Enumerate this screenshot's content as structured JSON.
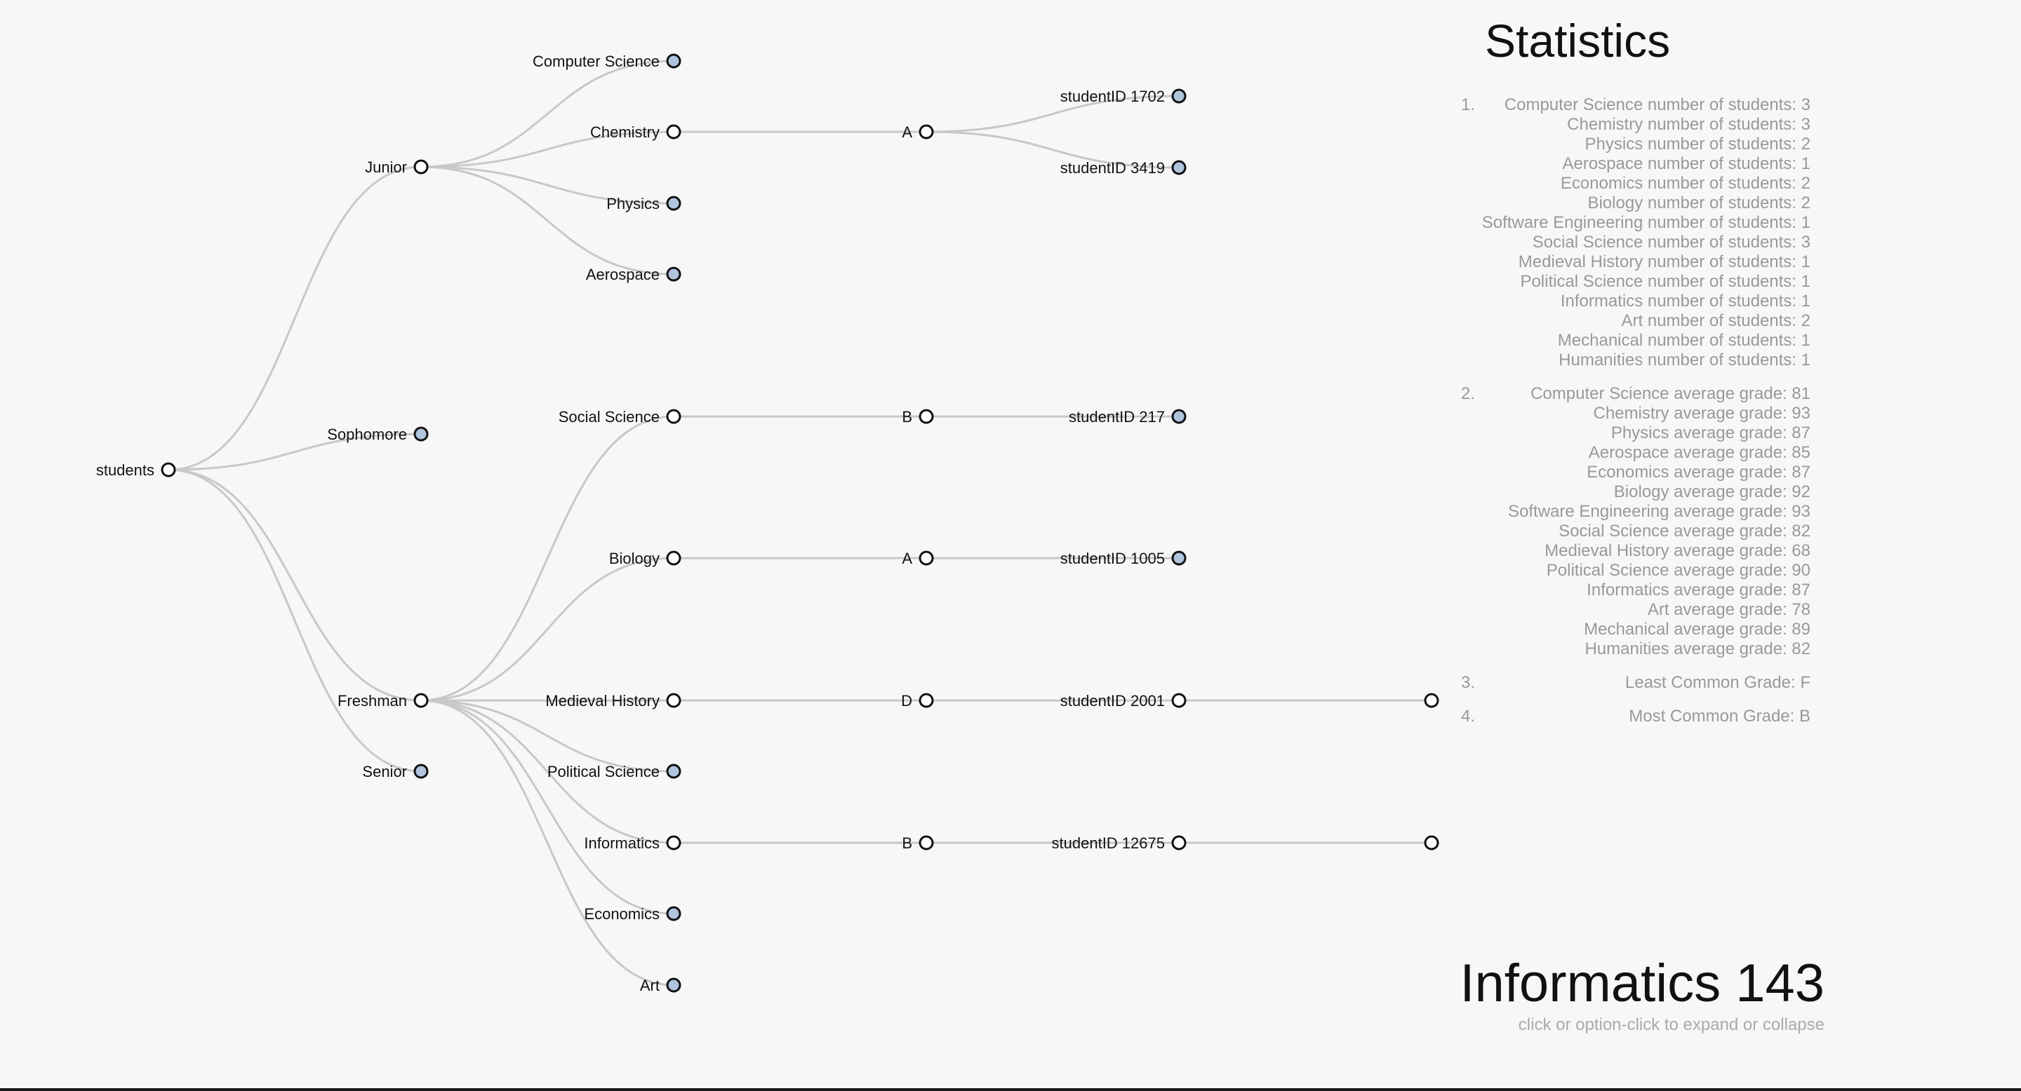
{
  "tree": {
    "root": "students",
    "years": [
      {
        "label": "Junior",
        "collapsed": false
      },
      {
        "label": "Sophomore",
        "collapsed": true
      },
      {
        "label": "Freshman",
        "collapsed": false
      },
      {
        "label": "Senior",
        "collapsed": true
      }
    ],
    "majors": [
      {
        "label": "Computer Science",
        "parent": "Junior",
        "collapsed": true
      },
      {
        "label": "Chemistry",
        "parent": "Junior",
        "collapsed": false
      },
      {
        "label": "Physics",
        "parent": "Junior",
        "collapsed": true
      },
      {
        "label": "Aerospace",
        "parent": "Junior",
        "collapsed": true
      },
      {
        "label": "Social Science",
        "parent": "Freshman",
        "collapsed": false
      },
      {
        "label": "Biology",
        "parent": "Freshman",
        "collapsed": false
      },
      {
        "label": "Medieval History",
        "parent": "Freshman",
        "collapsed": false
      },
      {
        "label": "Political Science",
        "parent": "Freshman",
        "collapsed": true
      },
      {
        "label": "Informatics",
        "parent": "Freshman",
        "collapsed": false
      },
      {
        "label": "Economics",
        "parent": "Freshman",
        "collapsed": true
      },
      {
        "label": "Art",
        "parent": "Freshman",
        "collapsed": true
      }
    ],
    "grades": [
      {
        "label": "A",
        "parent": "Chemistry",
        "collapsed": false
      },
      {
        "label": "B",
        "parent": "Social Science",
        "collapsed": false
      },
      {
        "label": "A",
        "parent": "Biology",
        "collapsed": false
      },
      {
        "label": "D",
        "parent": "Medieval History",
        "collapsed": false
      },
      {
        "label": "B",
        "parent": "Informatics",
        "collapsed": false
      }
    ],
    "students": [
      {
        "label": "studentID 1702",
        "grade_index": 0,
        "collapsed": true
      },
      {
        "label": "studentID 3419",
        "grade_index": 0,
        "collapsed": true
      },
      {
        "label": "studentID 217",
        "grade_index": 1,
        "collapsed": true
      },
      {
        "label": "studentID 1005",
        "grade_index": 2,
        "collapsed": true
      },
      {
        "label": "studentID 2001",
        "grade_index": 3,
        "collapsed": false
      },
      {
        "label": "studentID 12675",
        "grade_index": 4,
        "collapsed": false
      }
    ],
    "leaf_nodes": [
      {
        "label": "",
        "parent_student": "studentID 2001"
      },
      {
        "label": "",
        "parent_student": "studentID 12675"
      }
    ],
    "colors": {
      "link": "#c8c8c8",
      "collapsed_fill": "#b0c4de",
      "expanded_fill": "#ffffff",
      "stroke": "#111111"
    }
  },
  "stats": {
    "title": "Statistics",
    "sections": [
      {
        "number": "1.",
        "items": [
          "Computer Science number of students: 3",
          "Chemistry number of students: 3",
          "Physics number of students: 2",
          "Aerospace number of students: 1",
          "Economics number of students: 2",
          "Biology number of students: 2",
          "Software Engineering number of students: 1",
          "Social Science number of students: 3",
          "Medieval History number of students: 1",
          "Political Science number of students: 1",
          "Informatics number of students: 1",
          "Art number of students: 2",
          "Mechanical number of students: 1",
          "Humanities number of students: 1"
        ]
      },
      {
        "number": "2.",
        "items": [
          "Computer Science average grade: 81",
          "Chemistry average grade: 93",
          "Physics average grade: 87",
          "Aerospace average grade: 85",
          "Economics average grade: 87",
          "Biology average grade: 92",
          "Software Engineering average grade: 93",
          "Social Science average grade: 82",
          "Medieval History average grade: 68",
          "Political Science average grade: 90",
          "Informatics average grade: 87",
          "Art average grade: 78",
          "Mechanical average grade: 89",
          "Humanities average grade: 82"
        ]
      },
      {
        "number": "3.",
        "items": [
          "Least Common Grade: F"
        ]
      },
      {
        "number": "4.",
        "items": [
          "Most Common Grade: B"
        ]
      }
    ]
  },
  "hover_label": "Informatics 143",
  "hint": "click or option-click to expand or collapse"
}
